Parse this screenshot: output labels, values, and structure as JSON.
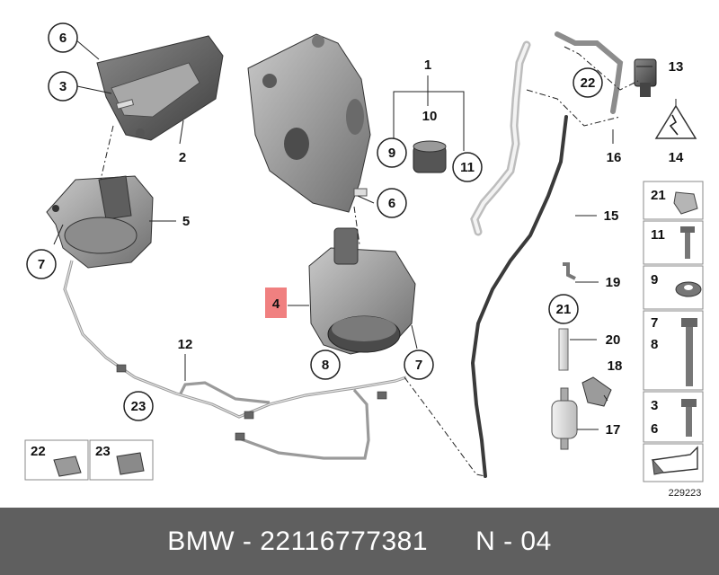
{
  "diagram": {
    "ref_number": "229223",
    "highlight_color": "#f08080",
    "callouts": {
      "c1": "1",
      "c2": "2",
      "c3": "3",
      "c4": "4",
      "c5": "5",
      "c6a": "6",
      "c6b": "6",
      "c7a": "7",
      "c7b": "7",
      "c8": "8",
      "c9": "9",
      "c10": "10",
      "c11": "11",
      "c12": "12",
      "c13": "13",
      "c14": "14",
      "c15": "15",
      "c16": "16",
      "c17": "17",
      "c18": "18",
      "c19": "19",
      "c20": "20",
      "c21": "21",
      "c22": "22",
      "c23": "23"
    },
    "side_panel": {
      "p21": "21",
      "p11": "11",
      "p9": "9",
      "p7": "7",
      "p8": "8",
      "p3": "3",
      "p6": "6"
    },
    "bottom_boxes": {
      "b22": "22",
      "b23": "23"
    }
  },
  "footer": {
    "brand": "BMW",
    "sep": " - ",
    "part_number": "22116777381",
    "position": "N - 04"
  }
}
